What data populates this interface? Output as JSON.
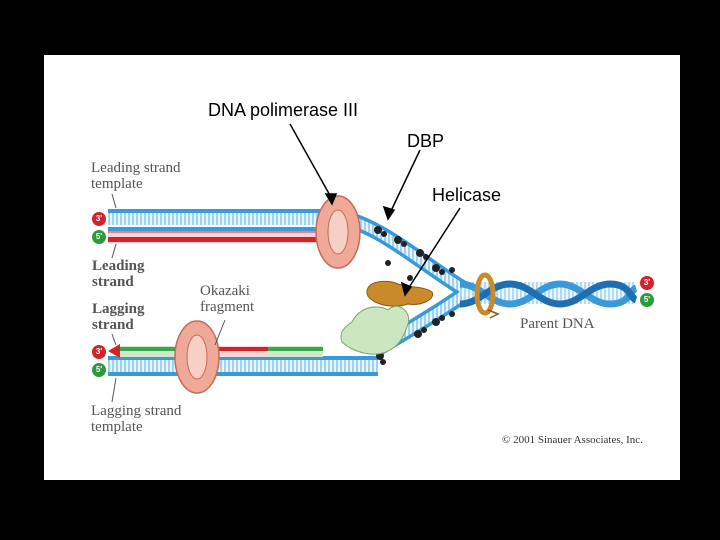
{
  "annotations": {
    "polymerase": "DNA polimerase III",
    "dbp": "DBP",
    "helicase": "Helicase"
  },
  "figure_labels": {
    "leading_template": [
      "Leading strand",
      "template"
    ],
    "leading_strand": [
      "Leading",
      "strand"
    ],
    "okazaki": [
      "Okazaki",
      "fragment"
    ],
    "lagging_strand": [
      "Lagging",
      "strand"
    ],
    "lagging_template": [
      "Lagging strand",
      "template"
    ],
    "parent_dna": "Parent DNA",
    "copyright": "© 2001 Sinauer Associates, Inc."
  },
  "end_labels": {
    "top_3": "3'",
    "top_5": "5'",
    "lag_3": "3'",
    "lag_5": "5'",
    "parent_3": "3'",
    "parent_5": "5'"
  },
  "colors": {
    "backbone": "#3a9ad9",
    "rungs": "#bfe2f7",
    "leading_new": "#d2232a",
    "okazaki": "#3aa84a",
    "polymerase": "#f0a898",
    "helicase": "#c98a2a",
    "primase": "#cde6c2",
    "end_3": "#d2232a",
    "end_5": "#2f9a3c"
  }
}
